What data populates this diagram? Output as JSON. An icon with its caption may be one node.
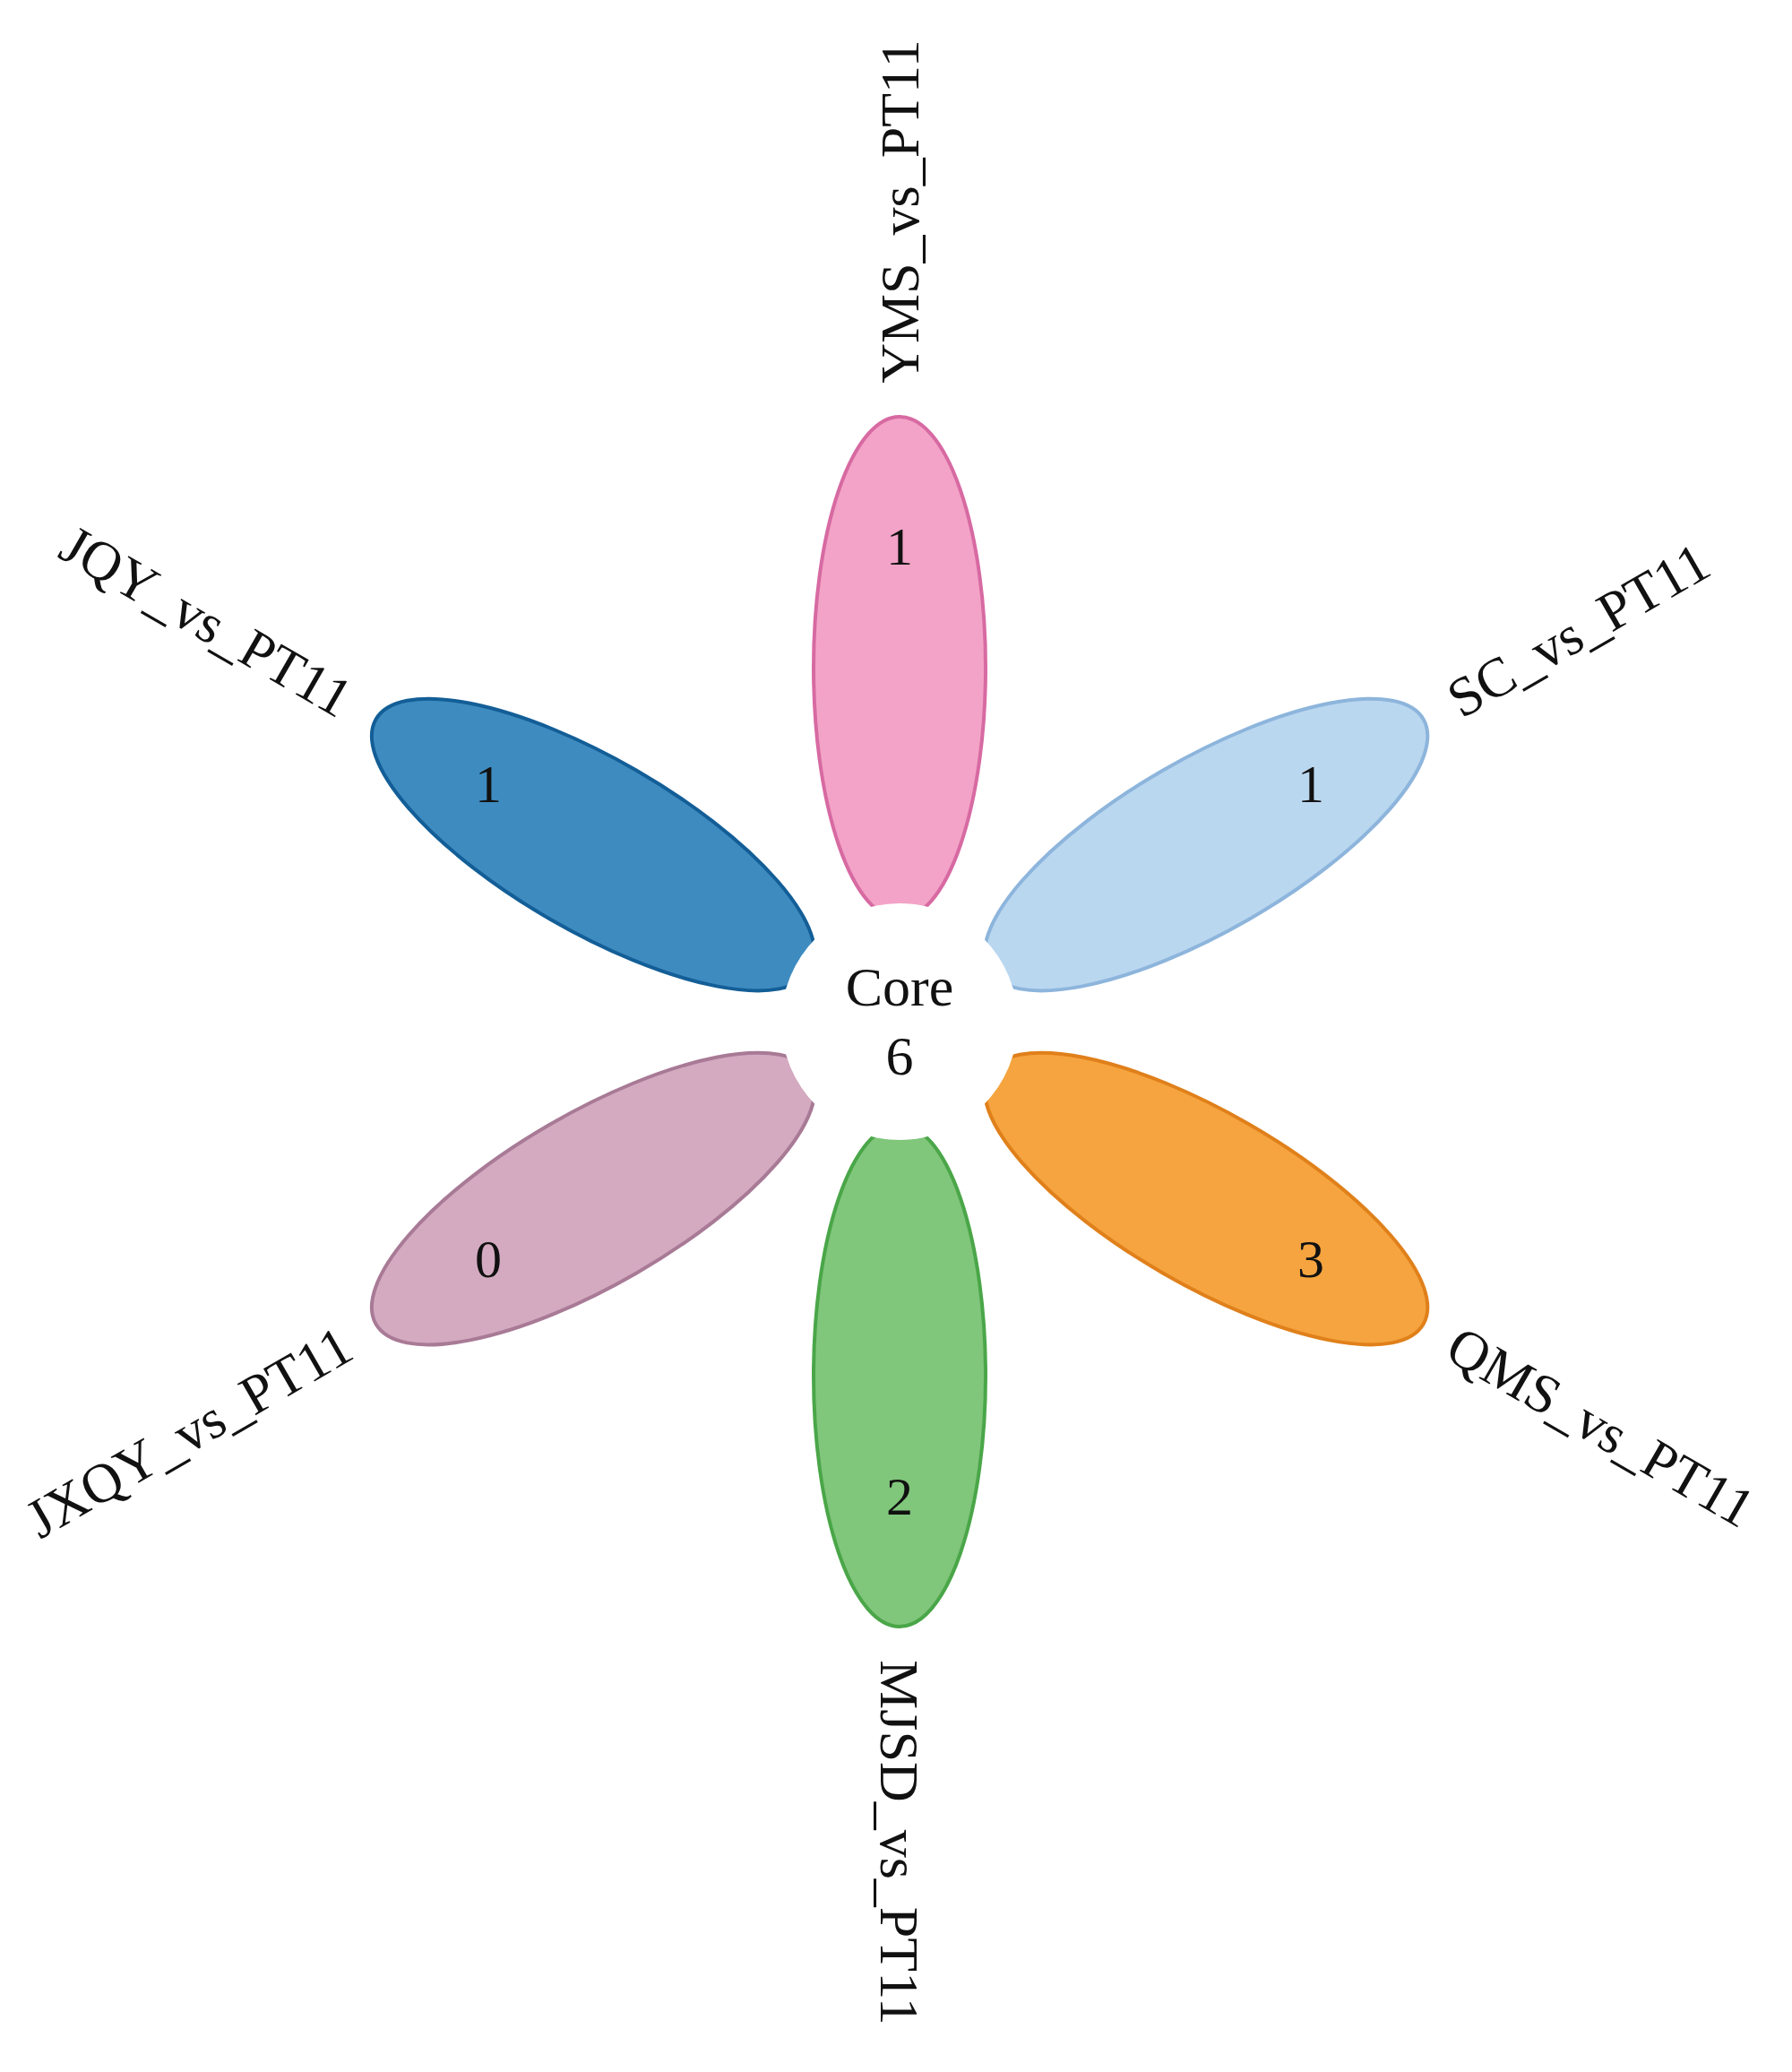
{
  "diagram": {
    "nodes": [
      {
        "text": [
          "1"
        ],
        "beside": [
          "YMS_vs_PT11"
        ]
      },
      {
        "text": [
          "1"
        ],
        "beside": [
          "SC_vs_PT11"
        ]
      },
      {
        "text": [
          "3"
        ],
        "beside": [
          "QMS_vs_PT11"
        ]
      },
      {
        "text": [
          "2"
        ],
        "beside": [
          "MJSD_vs_PT11"
        ]
      },
      {
        "text": [
          "0"
        ],
        "beside": [
          "JXQY_vs_PT11"
        ]
      },
      {
        "text": [
          "1"
        ],
        "beside": [
          "JQY_vs_PT11"
        ]
      },
      {
        "text": [
          "Core",
          "6"
        ]
      }
    ]
  }
}
